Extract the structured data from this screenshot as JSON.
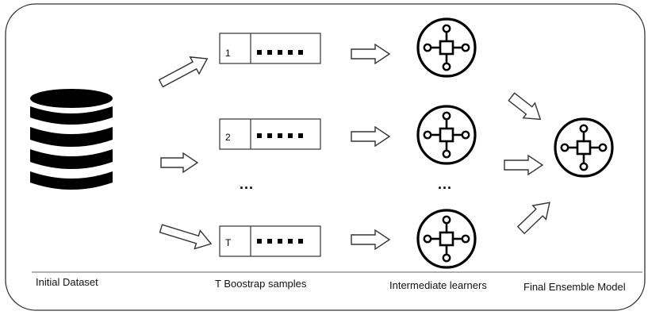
{
  "diagram": {
    "stages": {
      "initial_dataset": "Initial Dataset",
      "bootstrap_samples": "T Boostrap samples",
      "intermediate_learners": "Intermediate learners",
      "final_model": "Final Ensemble Model"
    },
    "samples": [
      {
        "index": "1"
      },
      {
        "index": "2"
      },
      {
        "index": "T"
      }
    ],
    "ellipsis": "..."
  },
  "icons": [
    "database-icon",
    "learner-icon",
    "arrow-icon"
  ]
}
